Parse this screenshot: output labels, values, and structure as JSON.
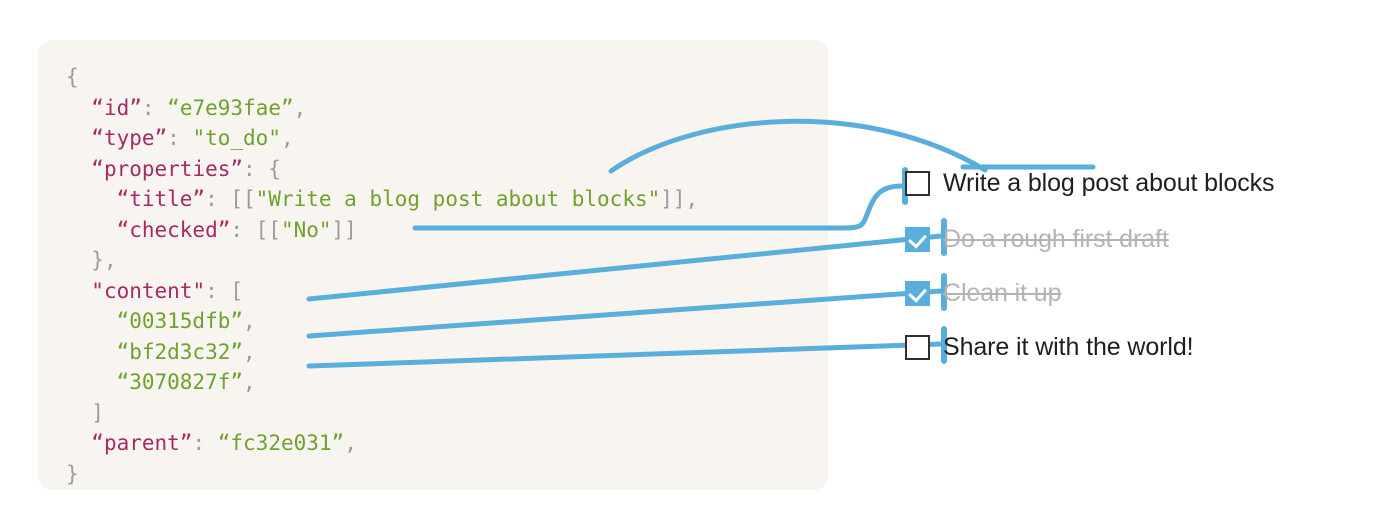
{
  "panel": {
    "background_color": "#F8F5F1",
    "accent_color": "#5AAEDC",
    "key_color": "#A62A63",
    "string_color": "#6FA22C",
    "punctuation_color": "#9b9b9b"
  },
  "code": {
    "language": "json",
    "lines": [
      {
        "indent": 0,
        "tokens": [
          {
            "t": "pun",
            "v": "{"
          }
        ]
      },
      {
        "indent": 1,
        "tokens": [
          {
            "t": "key",
            "v": "“id”"
          },
          {
            "t": "pun",
            "v": ": "
          },
          {
            "t": "str",
            "v": "“e7e93fae”"
          },
          {
            "t": "pun",
            "v": ","
          }
        ]
      },
      {
        "indent": 1,
        "tokens": [
          {
            "t": "key",
            "v": "“type”"
          },
          {
            "t": "pun",
            "v": ": "
          },
          {
            "t": "str",
            "v": "\"to_do\""
          },
          {
            "t": "pun",
            "v": ","
          }
        ]
      },
      {
        "indent": 1,
        "tokens": [
          {
            "t": "key",
            "v": "“properties”"
          },
          {
            "t": "pun",
            "v": ": {"
          }
        ]
      },
      {
        "indent": 2,
        "tokens": [
          {
            "t": "key",
            "v": "“title”"
          },
          {
            "t": "pun",
            "v": ": [["
          },
          {
            "t": "str",
            "v": "\"Write a blog post about blocks\""
          },
          {
            "t": "pun",
            "v": "]],"
          }
        ]
      },
      {
        "indent": 2,
        "tokens": [
          {
            "t": "key",
            "v": "“checked”"
          },
          {
            "t": "pun",
            "v": ": [["
          },
          {
            "t": "str",
            "v": "\"No\""
          },
          {
            "t": "pun",
            "v": "]]"
          }
        ]
      },
      {
        "indent": 1,
        "tokens": [
          {
            "t": "pun",
            "v": "},"
          }
        ]
      },
      {
        "indent": 1,
        "tokens": [
          {
            "t": "key",
            "v": "\"content\""
          },
          {
            "t": "pun",
            "v": ": ["
          }
        ]
      },
      {
        "indent": 2,
        "tokens": [
          {
            "t": "str",
            "v": "“00315dfb”"
          },
          {
            "t": "pun",
            "v": ","
          }
        ]
      },
      {
        "indent": 2,
        "tokens": [
          {
            "t": "str",
            "v": "“bf2d3c32”"
          },
          {
            "t": "pun",
            "v": ","
          }
        ]
      },
      {
        "indent": 2,
        "tokens": [
          {
            "t": "str",
            "v": "“3070827f”"
          },
          {
            "t": "pun",
            "v": ","
          }
        ]
      },
      {
        "indent": 1,
        "tokens": [
          {
            "t": "pun",
            "v": "]"
          }
        ]
      },
      {
        "indent": 1,
        "tokens": [
          {
            "t": "key",
            "v": "“parent”"
          },
          {
            "t": "pun",
            "v": ": "
          },
          {
            "t": "str",
            "v": "“fc32e031”"
          },
          {
            "t": "pun",
            "v": ","
          }
        ]
      },
      {
        "indent": 0,
        "tokens": [
          {
            "t": "pun",
            "v": "}"
          }
        ]
      }
    ]
  },
  "checklist": {
    "items": [
      {
        "label": "Write a blog post about blocks",
        "checked": false
      },
      {
        "label": "Do a rough first draft",
        "checked": true
      },
      {
        "label": "Clean it up",
        "checked": true
      },
      {
        "label": "Share it with the world!",
        "checked": false
      }
    ]
  }
}
